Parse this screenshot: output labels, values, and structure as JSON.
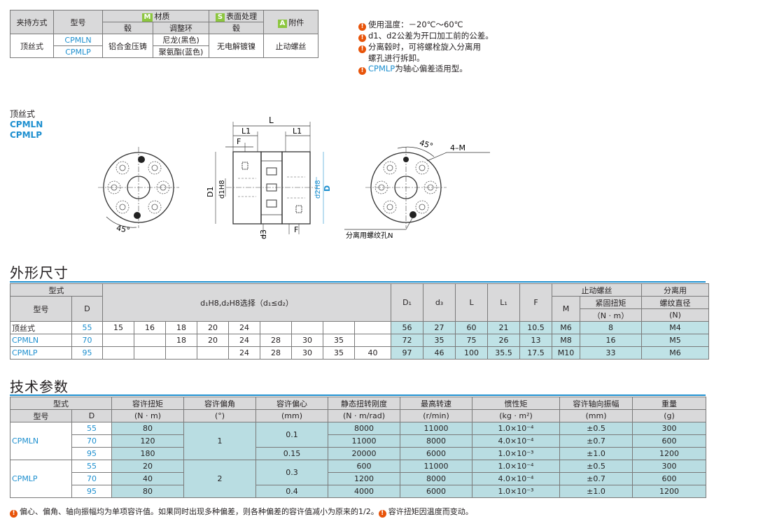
{
  "top_table": {
    "h_clamp": "夹持方式",
    "h_model": "型号",
    "h_material_tag": "M",
    "h_material": "材质",
    "h_hub": "毂",
    "h_ring": "调整环",
    "h_surface_tag": "S",
    "h_surface": "表面处理",
    "h_surface_hub": "毂",
    "h_acc_tag": "A",
    "h_acc": "附件",
    "clamp": "顶丝式",
    "model1": "CPMLN",
    "model2": "CPMLP",
    "hub_mat": "铝合金压铸",
    "ring1": "尼龙(黑色)",
    "ring2": "聚氨酯(蓝色)",
    "surface": "无电解镀镍",
    "accessory": "止动螺丝"
  },
  "notes": [
    {
      "icon": "!",
      "text": "使用温度：－20℃～60℃"
    },
    {
      "icon": "!",
      "text": "d1、d2公差为开口加工前的公差。"
    },
    {
      "icon": "!",
      "text": "分离毂时，可将螺栓旋入分离用"
    },
    {
      "icon": "",
      "text": "螺孔进行拆卸。"
    },
    {
      "icon": "!",
      "text": "CPMLP为轴心偏差适用型。",
      "blue_part": "CPMLP"
    }
  ],
  "drawing": {
    "type_label": "顶丝式",
    "model1": "CPMLN",
    "model2": "CPMLP",
    "L": "L",
    "L1a": "L1",
    "L1b": "L1",
    "F_top": "F",
    "F_bot": "F",
    "D1": "D1",
    "d1": "d1H8",
    "d2": "d2H8",
    "D": "D",
    "d3": "d3",
    "angle_left": "45°",
    "angle_right": "45°",
    "screw": "4–M",
    "sep_hole": "分离用螺纹孔N"
  },
  "section1": "外形尺寸",
  "section2": "技术参数",
  "dim_table": {
    "h_type": "型式",
    "h_model": "型号",
    "h_D": "D",
    "h_bore": "d₁H8,d₂H8选择（d₁≤d₂）",
    "h_D1": "D₁",
    "h_d3": "d₃",
    "h_L": "L",
    "h_L1": "L₁",
    "h_F": "F",
    "h_screw": "止动螺丝",
    "h_M": "M",
    "h_torque": "紧固扭矩",
    "h_torque_unit": "（N · m）",
    "h_sep": "分离用",
    "h_sep2": "螺纹直径",
    "h_sep3": "(N)",
    "type_label": "顶丝式",
    "model1": "CPMLN",
    "model2": "CPMLP",
    "rows": [
      {
        "D": "55",
        "bores": [
          "15",
          "16",
          "18",
          "20",
          "24",
          "",
          "",
          "",
          ""
        ],
        "D1": "56",
        "d3": "27",
        "L": "60",
        "L1": "21",
        "F": "10.5",
        "M": "M6",
        "T": "8",
        "N": "M4"
      },
      {
        "D": "70",
        "bores": [
          "",
          "",
          "18",
          "20",
          "24",
          "28",
          "30",
          "35",
          ""
        ],
        "D1": "72",
        "d3": "35",
        "L": "75",
        "L1": "26",
        "F": "13",
        "M": "M8",
        "T": "16",
        "N": "M5"
      },
      {
        "D": "95",
        "bores": [
          "",
          "",
          "",
          "",
          "24",
          "28",
          "30",
          "35",
          "40"
        ],
        "D1": "97",
        "d3": "46",
        "L": "100",
        "L1": "35.5",
        "F": "17.5",
        "M": "M10",
        "T": "33",
        "N": "M6"
      }
    ]
  },
  "tech_table": {
    "h_type": "型式",
    "h_model": "型号",
    "h_D": "D",
    "h_torque": "容许扭矩",
    "h_torque_u": "(N · m)",
    "h_angle": "容许偏角",
    "h_angle_u": "(°)",
    "h_ecc": "容许偏心",
    "h_ecc_u": "(mm)",
    "h_stiff": "静态扭转刚度",
    "h_stiff_u": "(N · m/rad)",
    "h_speed": "最高转速",
    "h_speed_u": "(r/min)",
    "h_inertia": "惯性矩",
    "h_inertia_u": "(kg · m²)",
    "h_axial": "容许轴向振幅",
    "h_axial_u": "(mm)",
    "h_weight": "重量",
    "h_weight_u": "(g)",
    "groups": [
      {
        "model": "CPMLN",
        "angle": "1",
        "ecc_a": "0.1",
        "ecc_b": "0.15",
        "rows": [
          {
            "D": "55",
            "torque": "80",
            "stiff": "8000",
            "speed": "11000",
            "inertia": "1.0×10⁻⁴",
            "axial": "±0.5",
            "weight": "300"
          },
          {
            "D": "70",
            "torque": "120",
            "stiff": "11000",
            "speed": "8000",
            "inertia": "4.0×10⁻⁴",
            "axial": "±0.7",
            "weight": "600"
          },
          {
            "D": "95",
            "torque": "180",
            "stiff": "20000",
            "speed": "6000",
            "inertia": "1.0×10⁻³",
            "axial": "±1.0",
            "weight": "1200"
          }
        ]
      },
      {
        "model": "CPMLP",
        "angle": "2",
        "ecc_a": "0.3",
        "ecc_b": "0.4",
        "rows": [
          {
            "D": "55",
            "torque": "20",
            "stiff": "600",
            "speed": "11000",
            "inertia": "1.0×10⁻⁴",
            "axial": "±0.5",
            "weight": "300"
          },
          {
            "D": "70",
            "torque": "40",
            "stiff": "1200",
            "speed": "8000",
            "inertia": "4.0×10⁻⁴",
            "axial": "±0.7",
            "weight": "600"
          },
          {
            "D": "95",
            "torque": "80",
            "stiff": "4000",
            "speed": "6000",
            "inertia": "1.0×10⁻³",
            "axial": "±1.0",
            "weight": "1200"
          }
        ]
      }
    ]
  },
  "footer": {
    "part1": "偏心、偏角、轴向振幅均为单项容许值。如果同时出现多种偏差，则各种偏差的容许值减小为原来的1/2。",
    "part2": "容许扭矩因温度而变动。"
  }
}
